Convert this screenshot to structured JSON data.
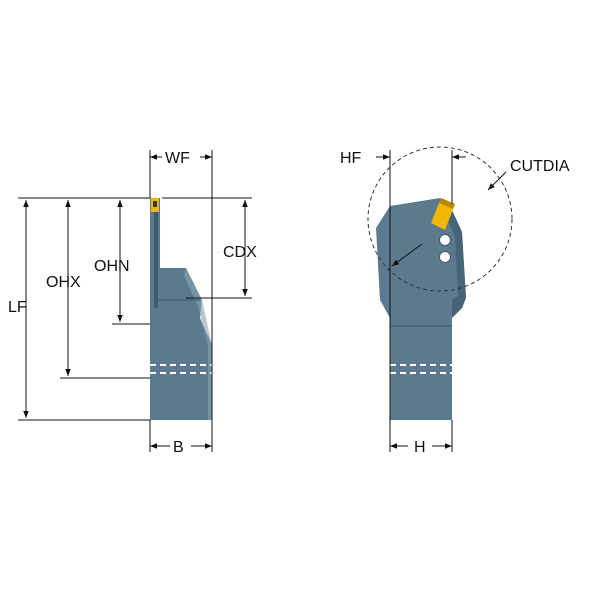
{
  "labels": {
    "wf": "WF",
    "cdx": "CDX",
    "ohn": "OHN",
    "ohx": "OHX",
    "lf": "LF",
    "b": "B",
    "hf": "HF",
    "cutdia": "CUTDIA",
    "h": "H"
  },
  "colors": {
    "body": "#5b7a8e",
    "body_dark": "#3f5a6c",
    "body_light": "#8aa3b3",
    "insert": "#f2b705",
    "insert_dark": "#b98a00",
    "line": "#111111",
    "background": "#ffffff"
  }
}
